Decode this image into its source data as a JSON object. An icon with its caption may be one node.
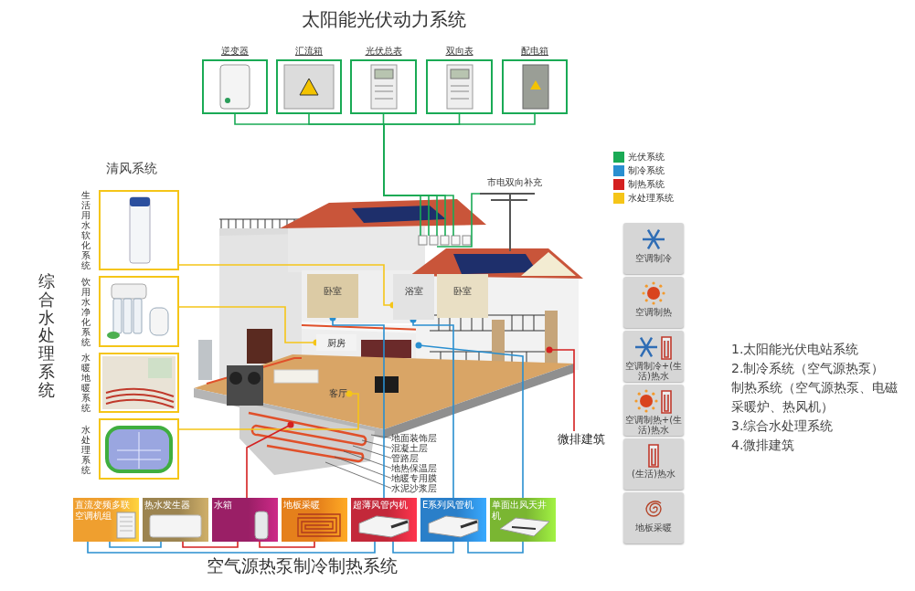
{
  "diagram": {
    "nodes": [
      {
        "text": [
          "逆变器"
        ]
      },
      {
        "text": [
          "汇流箱"
        ]
      },
      {
        "text": [
          "光伏总表"
        ]
      },
      {
        "text": [
          "双向表"
        ]
      },
      {
        "text": [
          "配电箱"
        ]
      },
      {
        "text": [
          "市电双向补充"
        ]
      },
      {
        "text": [
          "生活用水软化系统"
        ]
      },
      {
        "text": [
          "饮用水净化系统"
        ]
      },
      {
        "text": [
          "水暖地暖系统"
        ]
      },
      {
        "text": [
          "水处理系统"
        ]
      },
      {
        "text": [
          "空调制冷"
        ]
      },
      {
        "text": [
          "空调制热"
        ]
      },
      {
        "text": [
          "空调制冷+(生活)热水"
        ]
      },
      {
        "text": [
          "空调制热+(生活)热水"
        ]
      },
      {
        "text": [
          "(生活)热水"
        ]
      },
      {
        "text": [
          "地板采暖"
        ]
      },
      {
        "text": [
          "微排建筑"
        ]
      },
      {
        "text": [
          "地面装饰层"
        ]
      },
      {
        "text": [
          "混凝土层"
        ]
      },
      {
        "text": [
          "管路层"
        ]
      },
      {
        "text": [
          "地热保温层"
        ]
      },
      {
        "text": [
          "地暖专用膜"
        ]
      },
      {
        "text": [
          "水泥沙浆层"
        ]
      },
      {
        "text": [
          "直流变频多联空调机组"
        ]
      },
      {
        "text": [
          "热水发生器"
        ]
      },
      {
        "text": [
          "水箱"
        ]
      },
      {
        "text": [
          "地板采暖"
        ]
      },
      {
        "text": [
          "超薄风管内机"
        ]
      },
      {
        "text": [
          "E系列风管机"
        ]
      },
      {
        "text": [
          "单面出风天井机"
        ]
      },
      {
        "text": [
          "卧室"
        ]
      },
      {
        "text": [
          "浴室"
        ]
      },
      {
        "text": [
          "卧室"
        ]
      },
      {
        "text": [
          "厨房"
        ]
      },
      {
        "text": [
          "客厅"
        ]
      }
    ],
    "edges": [
      {
        "from": 0,
        "to": null,
        "arrow": "none",
        "color": "#1aaa55"
      },
      {
        "from": 1,
        "to": null,
        "arrow": "none",
        "color": "#1aaa55"
      },
      {
        "from": 2,
        "to": null,
        "arrow": "none",
        "color": "#1aaa55"
      },
      {
        "from": 3,
        "to": null,
        "arrow": "none",
        "color": "#1aaa55"
      },
      {
        "from": 4,
        "to": null,
        "arrow": "none",
        "color": "#1aaa55"
      },
      {
        "from": 5,
        "to": null,
        "arrow": "none",
        "color": "#1aaa55"
      },
      {
        "from": 6,
        "to": 31,
        "arrow": "other",
        "color": "#f5c518"
      },
      {
        "from": 7,
        "to": 33,
        "arrow": "other",
        "color": "#f5c518"
      },
      {
        "from": 9,
        "to": 34,
        "arrow": "other",
        "color": "#f5c518"
      },
      {
        "from": 16,
        "to": null,
        "arrow": "other",
        "color": "#d42020"
      },
      {
        "from": 17,
        "to": null,
        "arrow": "none",
        "color": "#555555"
      },
      {
        "from": 18,
        "to": null,
        "arrow": "none",
        "color": "#555555"
      },
      {
        "from": 19,
        "to": null,
        "arrow": "none",
        "color": "#555555"
      },
      {
        "from": 20,
        "to": null,
        "arrow": "none",
        "color": "#555555"
      },
      {
        "from": 21,
        "to": null,
        "arrow": "none",
        "color": "#555555"
      },
      {
        "from": 22,
        "to": null,
        "arrow": "none",
        "color": "#555555"
      },
      {
        "from": 23,
        "to": 24,
        "arrow": "none"
      },
      {
        "from": 23,
        "to": 27,
        "arrow": "none"
      },
      {
        "from": 27,
        "to": 28,
        "arrow": "none"
      },
      {
        "from": 28,
        "to": 29,
        "arrow": "none"
      },
      {
        "from": 24,
        "to": 25,
        "arrow": "none",
        "color": "#d42020"
      },
      {
        "from": 25,
        "to": 26,
        "arrow": "none",
        "color": "#d42020"
      },
      {
        "from": 25,
        "to": null,
        "arrow": "other",
        "color": "#d42020"
      },
      {
        "from": 27,
        "to": 30,
        "arrow": "other"
      },
      {
        "from": 28,
        "to": 31,
        "arrow": "other"
      },
      {
        "from": 29,
        "to": null,
        "arrow": "other"
      }
    ],
    "labels": [
      "太阳能光伏动力系统",
      "清风系统",
      "综合水处理系统",
      "1.太阳能光伏电站系统",
      "2.制冷系统（空气源热泵）",
      "制热系统（空气源热泵、电磁采暖炉、热风机）",
      "3.综合水处理系统",
      "4.微排建筑",
      "空气源热泵制冷制热系统"
    ],
    "legend": [
      {
        "text": "光伏系统",
        "color": "#1aaa55"
      },
      {
        "text": "制冷系统",
        "color": "#2a8fd0"
      },
      {
        "text": "制热系统",
        "color": "#d42020"
      },
      {
        "text": "水处理系统",
        "color": "#f5c518"
      }
    ]
  }
}
